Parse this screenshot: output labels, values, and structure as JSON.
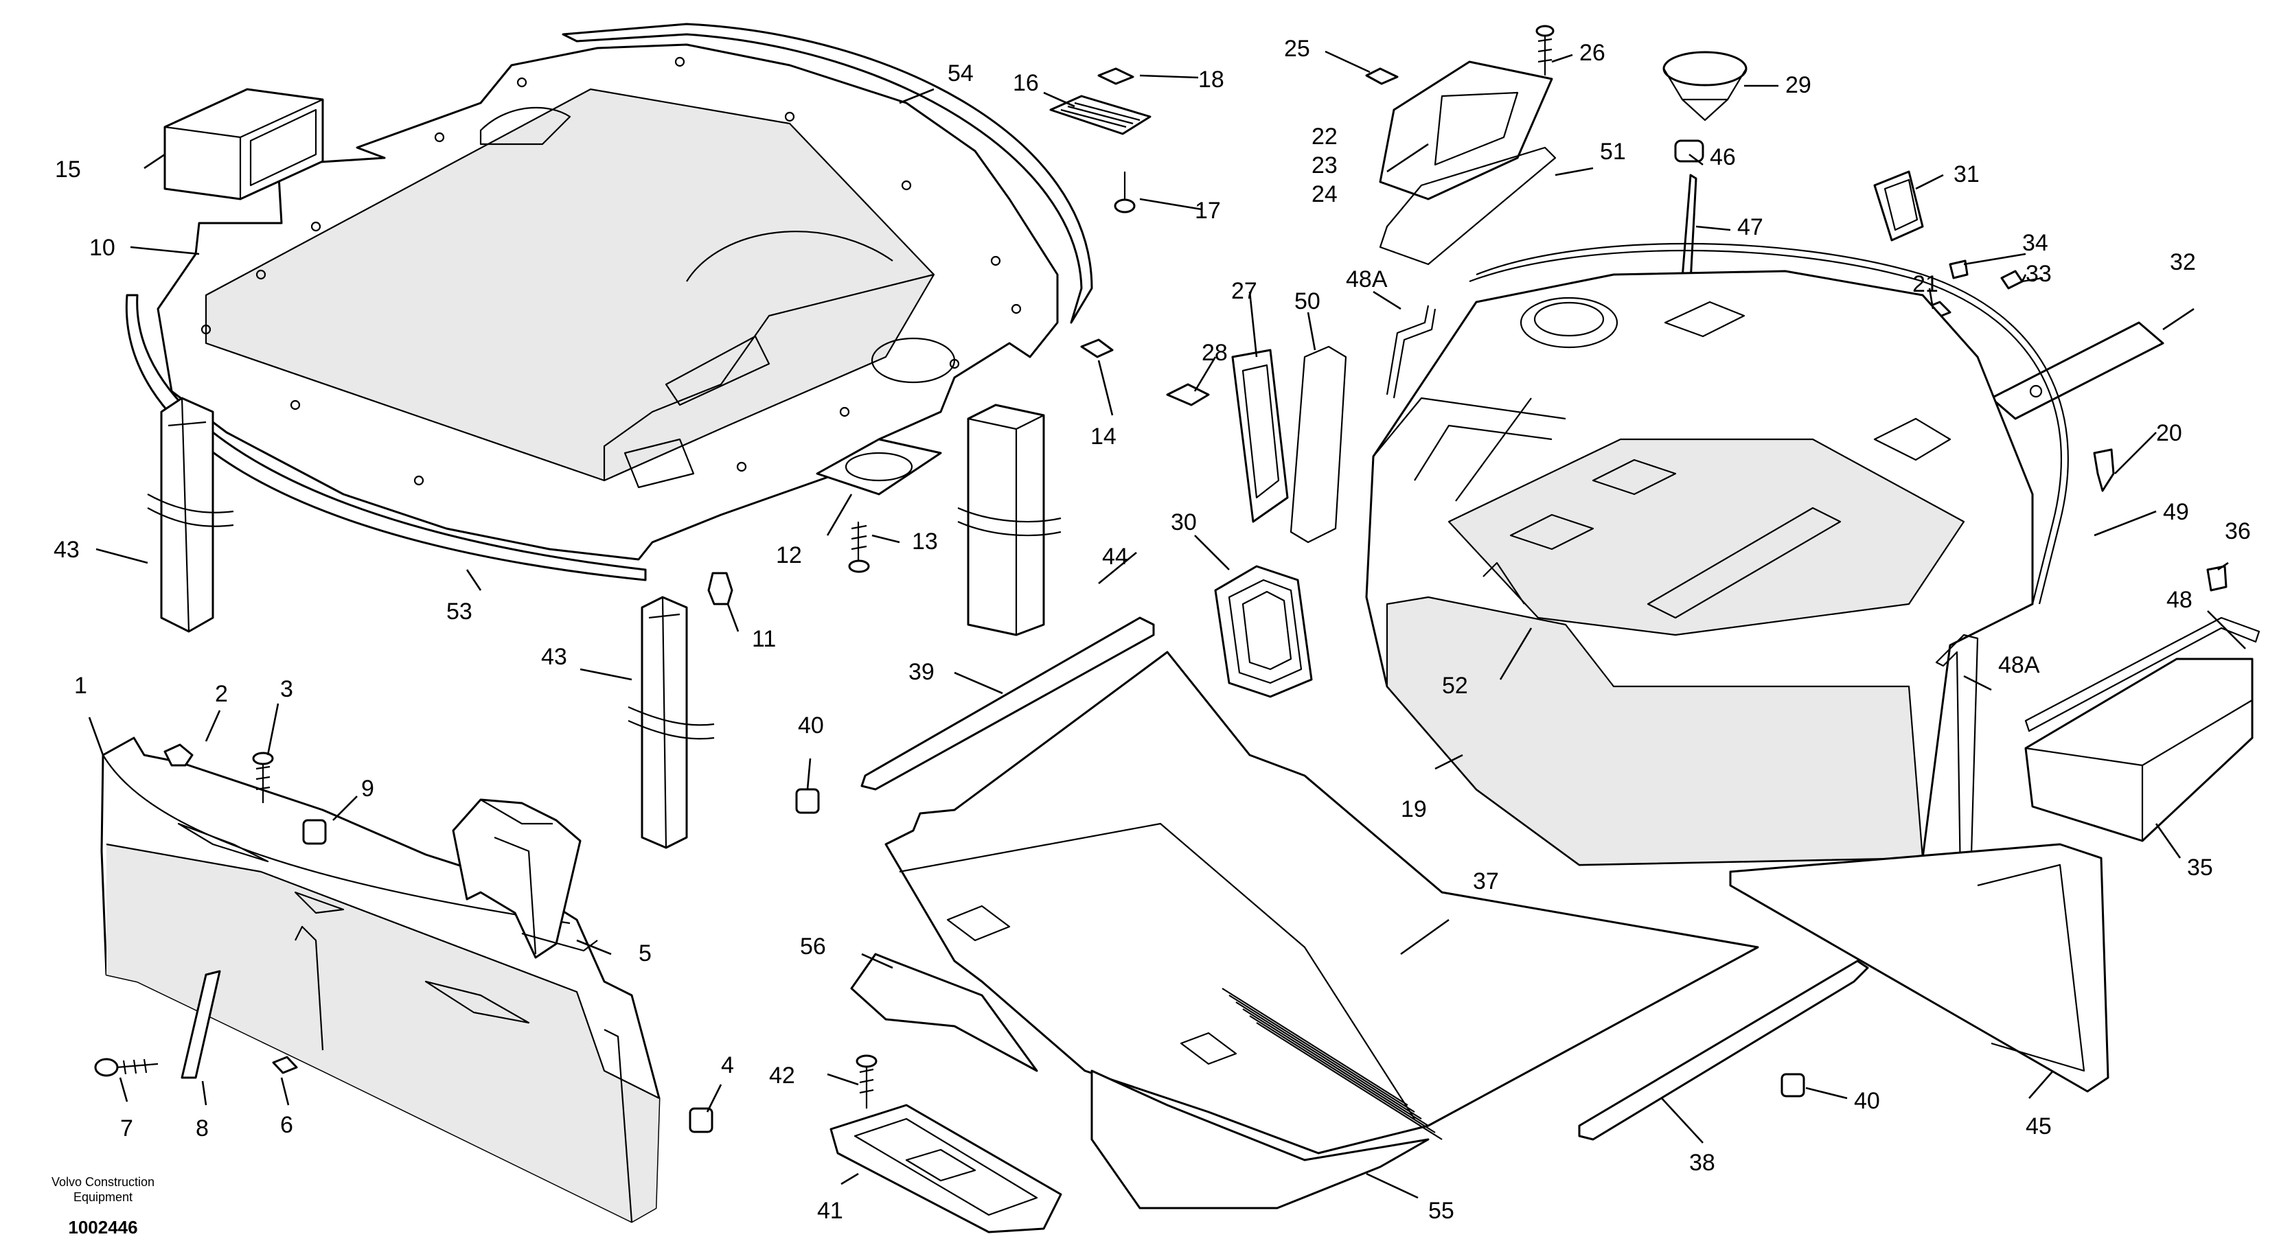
{
  "diagram": {
    "brand_line1": "Volvo Construction",
    "brand_line2": "Equipment",
    "document_number": "1002446",
    "callouts": [
      "1",
      "2",
      "3",
      "4",
      "5",
      "6",
      "7",
      "8",
      "9",
      "10",
      "11",
      "12",
      "13",
      "14",
      "15",
      "16",
      "17",
      "18",
      "19",
      "20",
      "21",
      "22",
      "23",
      "24",
      "25",
      "26",
      "27",
      "28",
      "29",
      "30",
      "31",
      "32",
      "33",
      "34",
      "35",
      "36",
      "37",
      "38",
      "39",
      "40",
      "40",
      "41",
      "42",
      "43",
      "43",
      "44",
      "45",
      "46",
      "47",
      "48",
      "48A",
      "48A",
      "49",
      "50",
      "51",
      "52",
      "53",
      "54",
      "55",
      "56"
    ]
  }
}
